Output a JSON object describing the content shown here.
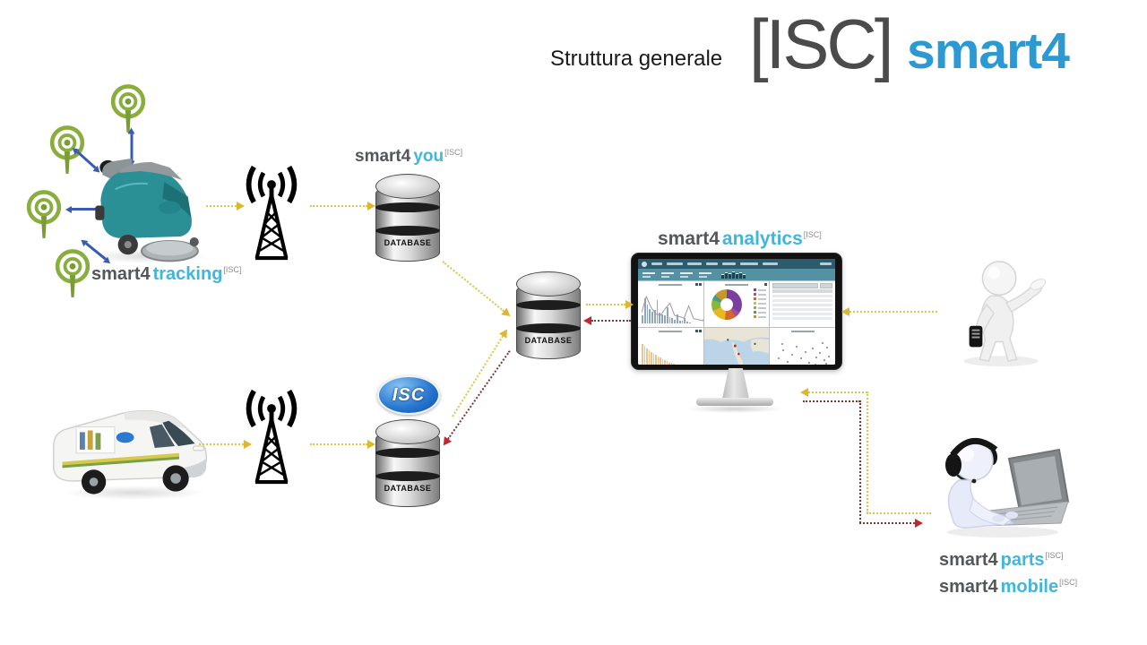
{
  "title": {
    "prefix": "Struttura generale",
    "bracket": "[ISC]",
    "brand": "smart4"
  },
  "products": {
    "tracking": {
      "base": "smart4",
      "accent": "tracking",
      "sup": "[ISC]"
    },
    "you": {
      "base": "smart4",
      "accent": "you",
      "sup": "[ISC]"
    },
    "analytics": {
      "base": "smart4",
      "accent": "analytics",
      "sup": "[ISC]"
    },
    "parts": {
      "base": "smart4",
      "accent": "parts",
      "sup": "[ISC]"
    },
    "mobile": {
      "base": "smart4",
      "accent": "mobile",
      "sup": "[ISC]"
    }
  },
  "database": {
    "label": "DATABASE"
  },
  "isc_logo": {
    "text": "ISC"
  },
  "colors": {
    "brand_blue": "#2b9ad3",
    "accent_cyan": "#3fb6de",
    "base_gray": "#54575a",
    "arrow_yellow": "#dcb72f",
    "arrow_red": "#c1272d",
    "arrow_blue": "#3a5cb0",
    "antenna_green": "#8aae3e",
    "machine_teal": "#2b9096",
    "nav_dark": "#2e5a6e",
    "filter_teal": "#5391a3"
  },
  "monitor_dashboard": {
    "cost_chart": {
      "type": "bar",
      "bars": [
        30,
        95,
        70,
        55,
        45,
        50,
        88,
        40,
        35,
        30,
        60,
        25,
        20,
        16,
        35,
        12,
        10,
        20,
        8,
        6
      ],
      "line": [
        40,
        100,
        60,
        35,
        30,
        55,
        75,
        30,
        25,
        20,
        65,
        18,
        14,
        10,
        45,
        8,
        6,
        30,
        5,
        4
      ],
      "bar_color": "#8fa6bc",
      "line_color": "#9a9a9a"
    },
    "donut": {
      "type": "pie",
      "segments": [
        {
          "color": "#7b3f9d",
          "value": 34
        },
        {
          "color": "#a84b9b",
          "value": 6
        },
        {
          "color": "#d4682f",
          "value": 12
        },
        {
          "color": "#e8b820",
          "value": 16
        },
        {
          "color": "#8ab73b",
          "value": 12
        },
        {
          "color": "#3f9e8f",
          "value": 6
        },
        {
          "color": "#c7972f",
          "value": 14
        }
      ]
    },
    "table": {
      "rows": 6
    },
    "pareto": {
      "type": "bar",
      "color": "#eec28a",
      "values": [
        100,
        92,
        84,
        77,
        70,
        64,
        58,
        53,
        48,
        43,
        39,
        35,
        31,
        28,
        25,
        22,
        19,
        17,
        15,
        13,
        11,
        10
      ]
    },
    "scatter": {
      "type": "scatter",
      "points": [
        [
          8,
          60
        ],
        [
          16,
          38
        ],
        [
          24,
          70
        ],
        [
          31,
          52
        ],
        [
          39,
          28
        ],
        [
          46,
          62
        ],
        [
          54,
          44
        ],
        [
          60,
          72
        ],
        [
          66,
          34
        ],
        [
          72,
          58
        ],
        [
          78,
          46
        ],
        [
          85,
          66
        ],
        [
          90,
          30
        ],
        [
          30,
          82
        ],
        [
          50,
          80
        ],
        [
          70,
          78
        ],
        [
          14,
          22
        ],
        [
          82,
          18
        ],
        [
          93,
          55
        ],
        [
          88,
          75
        ]
      ]
    }
  }
}
